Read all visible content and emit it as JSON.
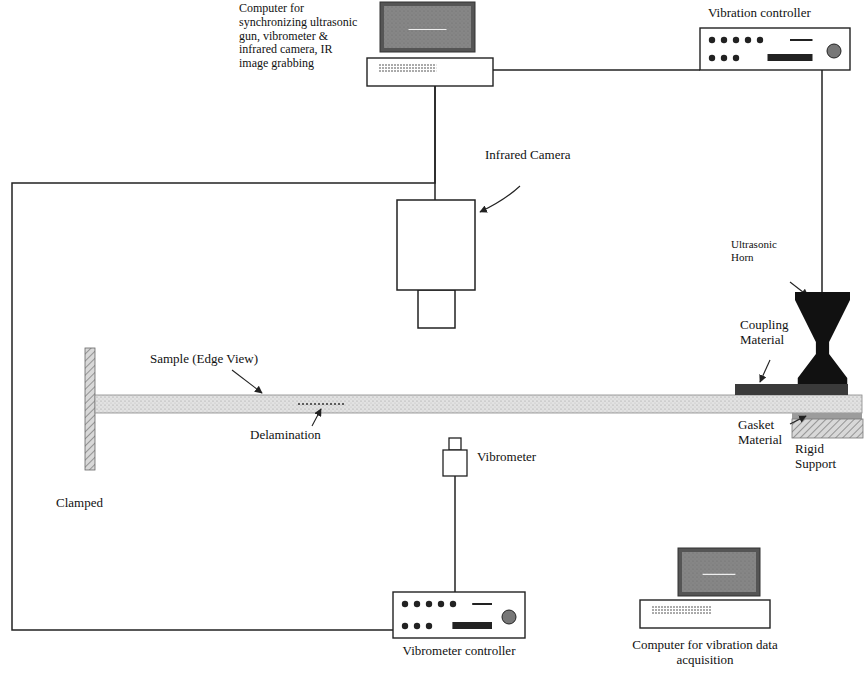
{
  "diagram": {
    "nodes": [
      {
        "text": [
          "Computer for synchronizing ultrasonic gun, vibrometer & infrared camera, IR image grabbing"
        ]
      },
      {
        "text": [
          "Vibration controller"
        ]
      },
      {
        "text": [
          "Infrared Camera"
        ]
      },
      {
        "text": [
          "Ultrasonic Horn"
        ]
      },
      {
        "text": [
          "Vibrometer"
        ]
      },
      {
        "text": [
          "Vibrometer controller"
        ]
      },
      {
        "text": [
          "Computer for vibration data acquisition"
        ]
      }
    ],
    "edges": [
      {
        "from": 0,
        "to": 1,
        "arrow": "none"
      },
      {
        "from": 0,
        "to": 2,
        "arrow": "none"
      },
      {
        "from": 1,
        "to": 3,
        "arrow": "none"
      },
      {
        "from": 0,
        "to": 5,
        "arrow": "none"
      },
      {
        "from": 4,
        "to": 5,
        "arrow": "none"
      }
    ],
    "labels": [
      "Sample (Edge View)",
      "Coupling Material",
      "Clamped",
      "Delamination",
      "Gasket Material",
      "Rigid Support"
    ]
  }
}
